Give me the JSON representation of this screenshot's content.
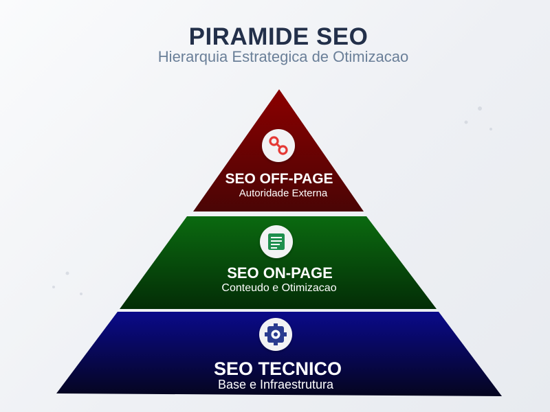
{
  "header": {
    "title": "PIRAMIDE SEO",
    "subtitle": "Hierarquia Estrategica de Otimizacao"
  },
  "levels": [
    {
      "title": "SEO OFF-PAGE",
      "subtitle": "Autoridade Externa",
      "icon": "link-icon",
      "color_top": "#8b0000",
      "color_bottom": "#4a0505",
      "icon_color": "#e53935"
    },
    {
      "title": "SEO ON-PAGE",
      "subtitle": "Conteudo e Otimizacao",
      "icon": "document-icon",
      "color_top": "#0b6a10",
      "color_bottom": "#032d06",
      "icon_color": "#1f8f4e"
    },
    {
      "title": "SEO TECNICO",
      "subtitle": "Base e Infraestrutura",
      "icon": "chip-gear-icon",
      "color_top": "#0a0a8a",
      "color_bottom": "#05051f",
      "icon_color": "#2a3b8f"
    }
  ]
}
